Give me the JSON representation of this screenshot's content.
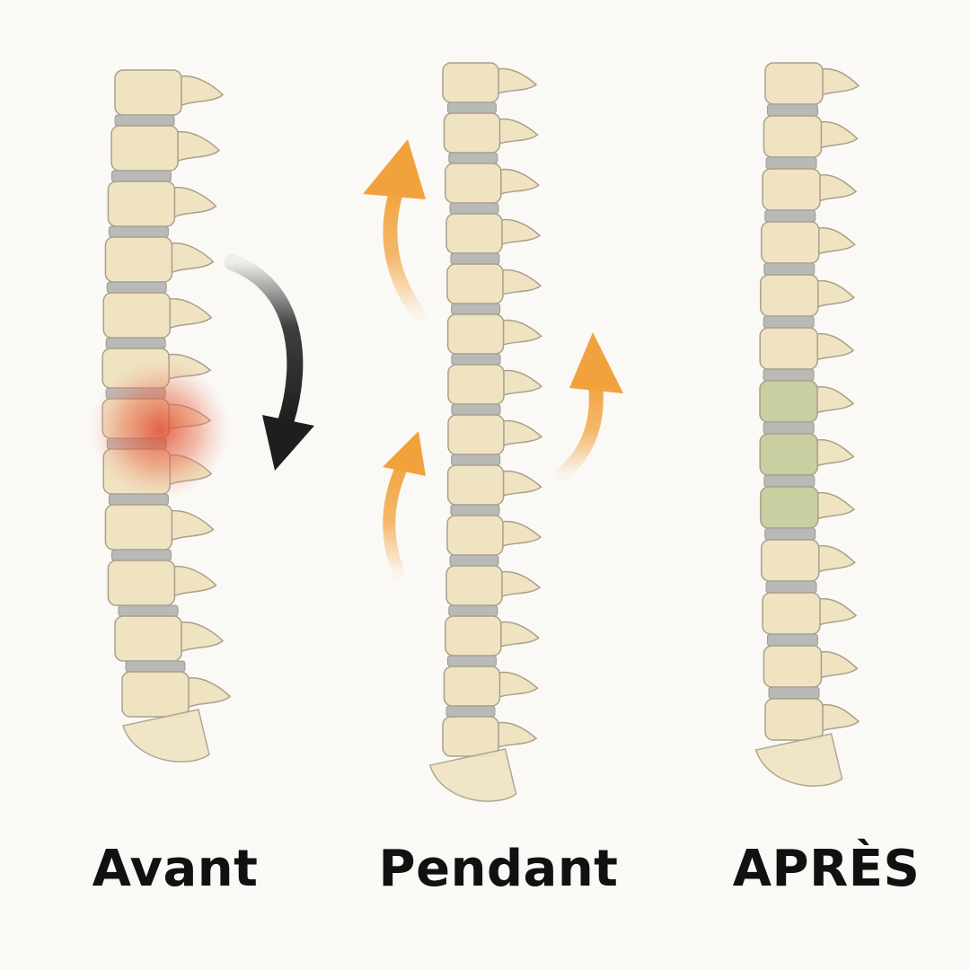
{
  "stages": [
    {
      "id": "before",
      "label": "Avant"
    },
    {
      "id": "during",
      "label": "Pendant"
    },
    {
      "id": "after",
      "label": "APRÈS"
    }
  ],
  "colors": {
    "background": "#faf9f6",
    "vertebra": "#efe3c2",
    "vertebra_outline": "#a9a08c",
    "disc": "#b9b9b6",
    "pain_highlight": "#e04a30",
    "healed_highlight": "#c9cfa0",
    "compression_arrow": "#1e1e1e",
    "decompression_arrow": "#f2a23c"
  },
  "icons": {
    "compression": "curved-arrow-down-icon",
    "decompression": "curved-arrow-up-icon"
  }
}
